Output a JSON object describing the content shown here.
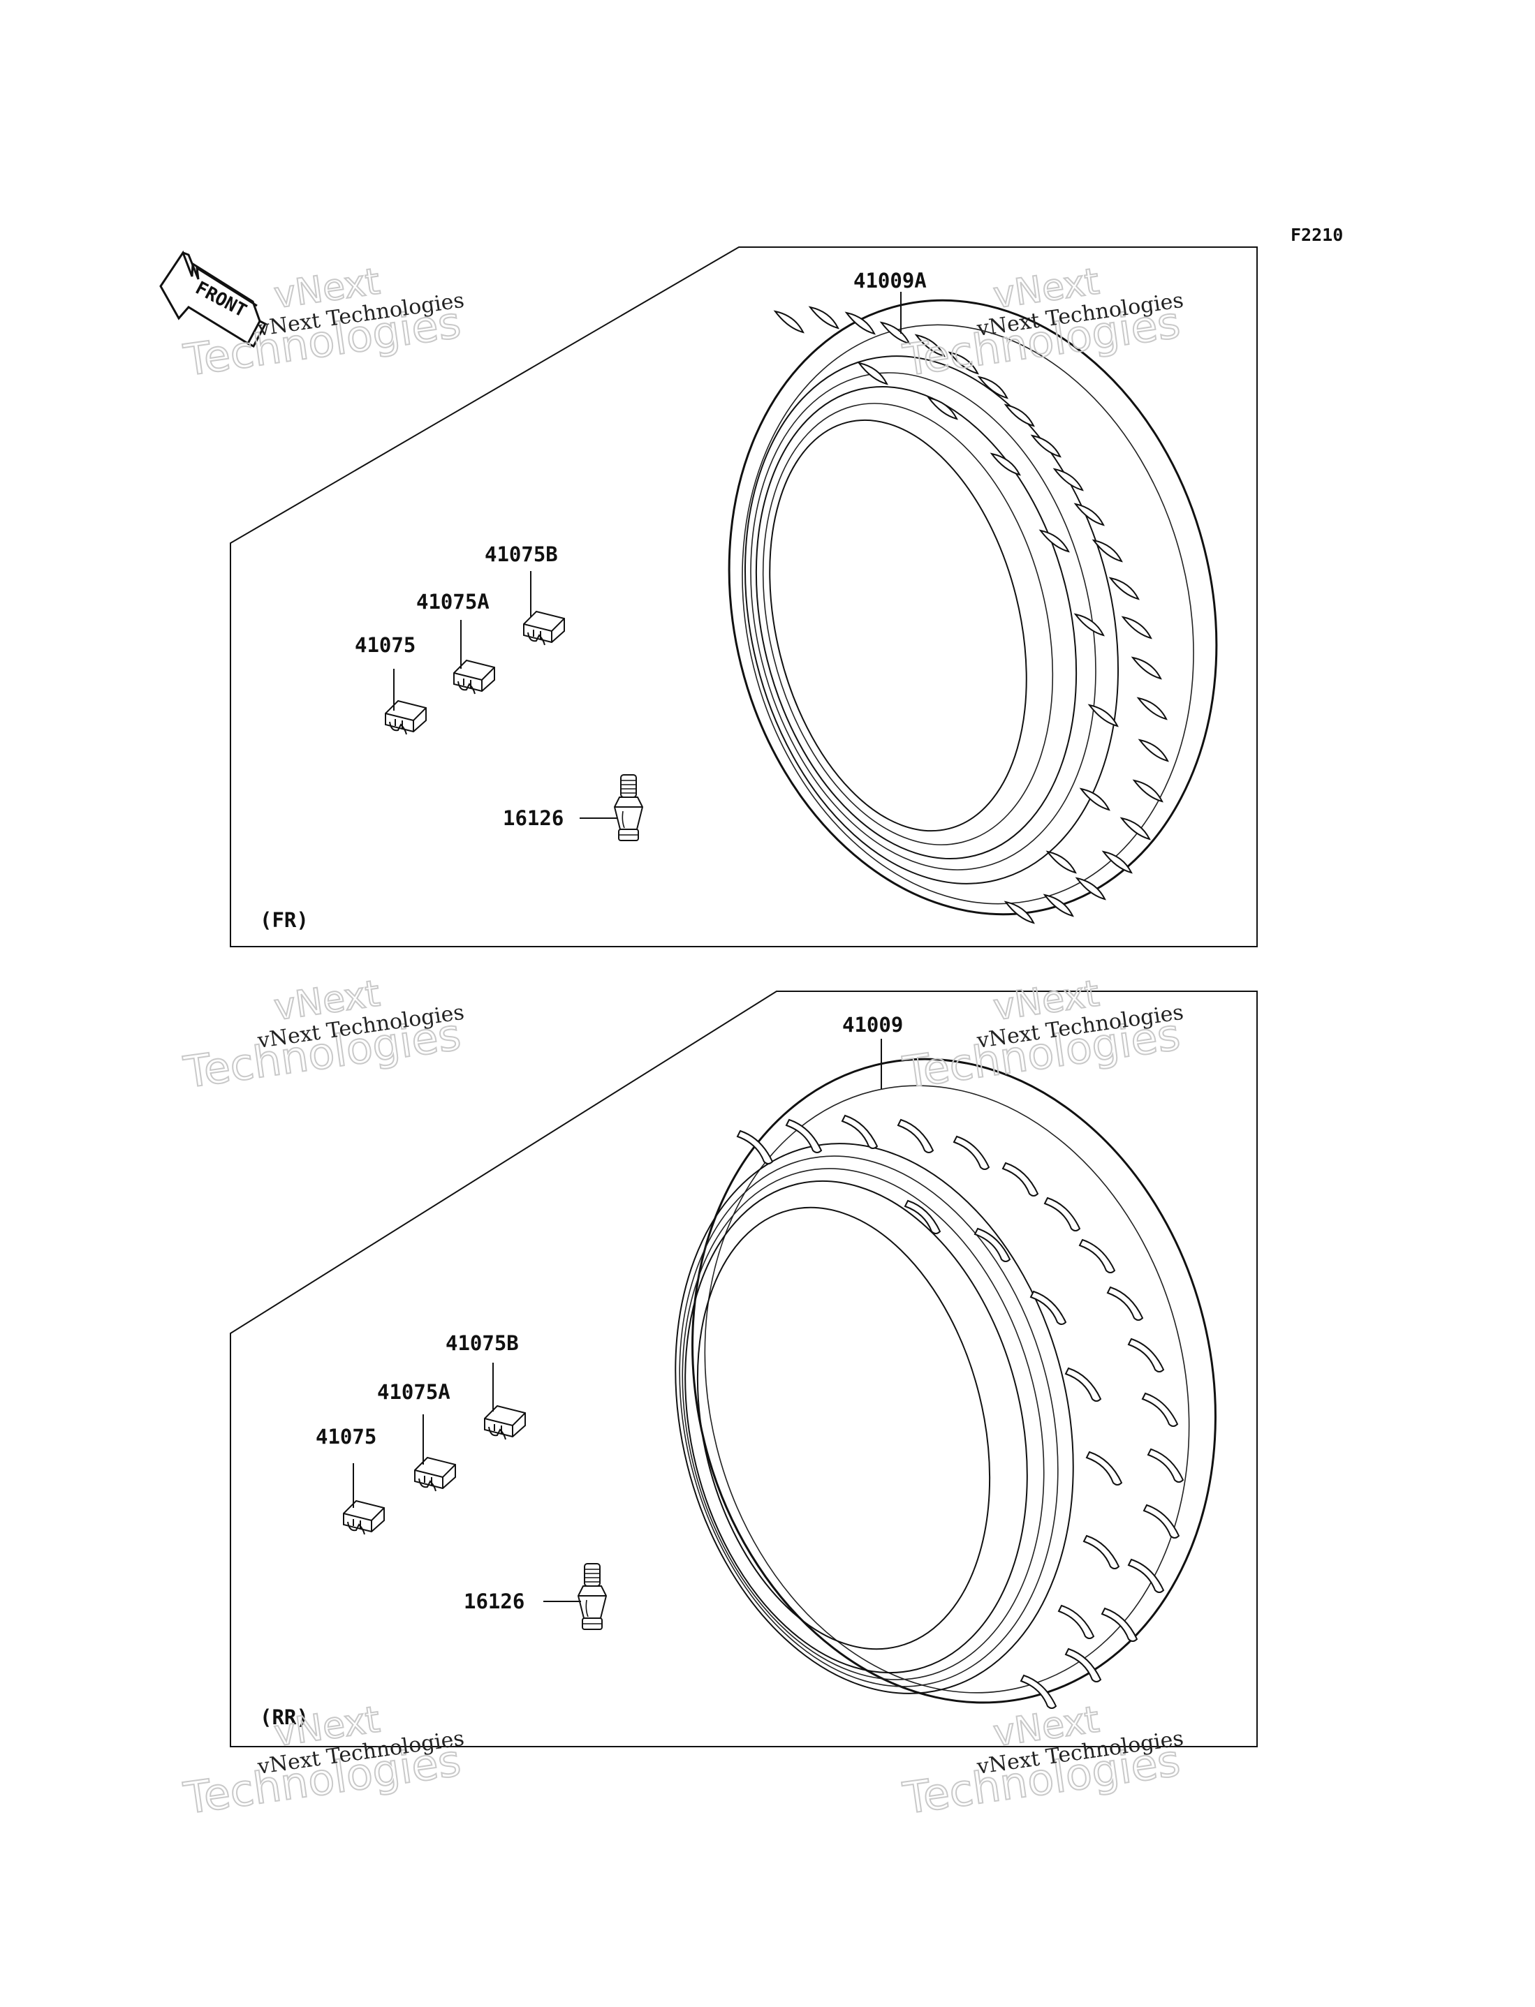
{
  "figure_code": "F2210",
  "front_label": "FRONT",
  "watermark": {
    "line1": "vNext Technologies",
    "line2": "Technologies",
    "line3": "vNext"
  },
  "front_panel": {
    "section_label": "(FR)",
    "tire_part": "41009A",
    "valve_part": "16126",
    "weight_parts": [
      "41075",
      "41075A",
      "41075B"
    ]
  },
  "rear_panel": {
    "section_label": "(RR)",
    "tire_part": "41009",
    "valve_part": "16126",
    "weight_parts": [
      "41075",
      "41075A",
      "41075B"
    ]
  }
}
